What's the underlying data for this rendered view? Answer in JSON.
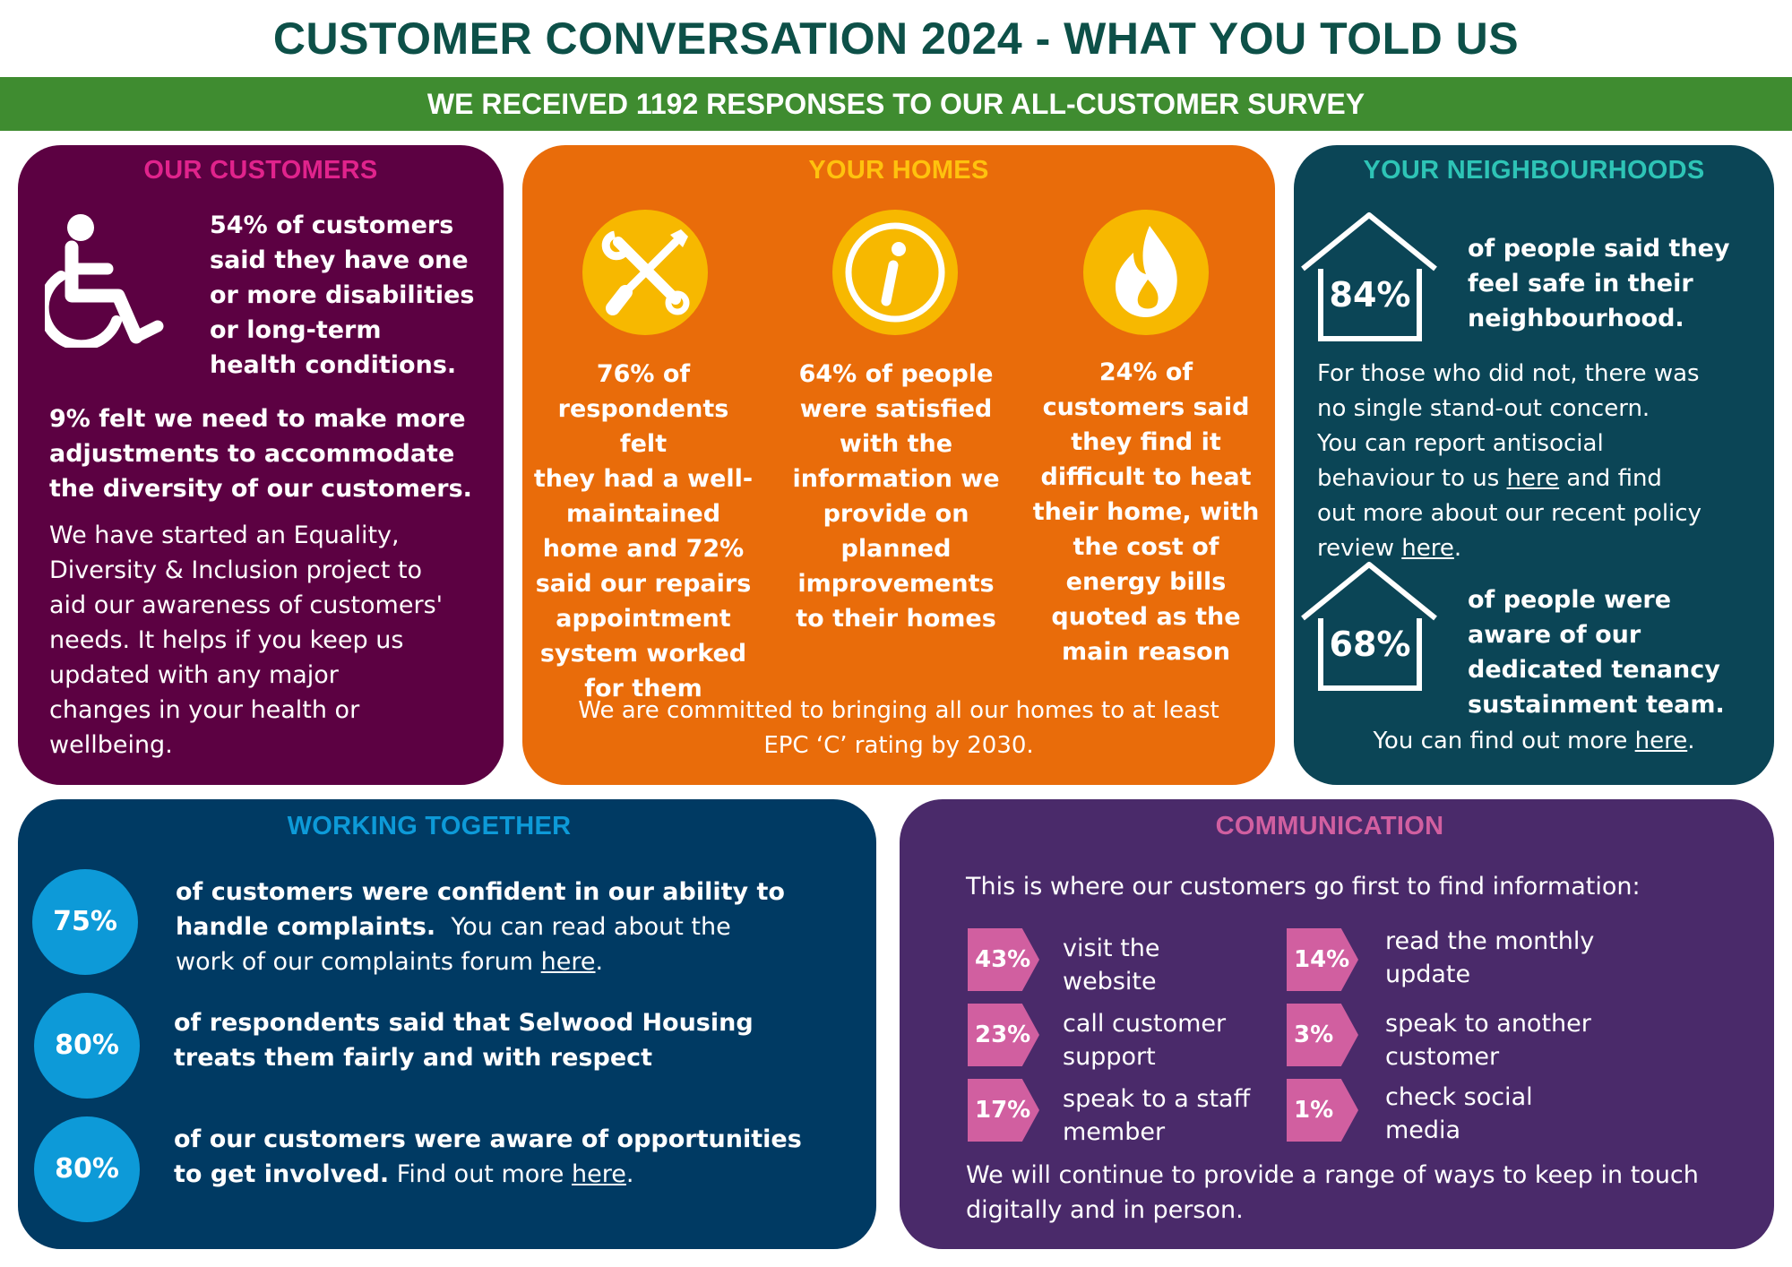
{
  "title": "CUSTOMER CONVERSATION 2024 - WHAT YOU TOLD US",
  "banner": "WE RECEIVED 1192 RESPONSES TO OUR ALL-CUSTOMER SURVEY",
  "colors": {
    "title": "#0d5048",
    "banner": "#3f8c30",
    "customers_bg": "#5c0142",
    "customers_heading": "#e0238c",
    "homes_bg": "#e96c0a",
    "homes_heading": "#ffc20e",
    "neighbourhoods_bg": "#0b4556",
    "neighbourhoods_heading": "#2ec4b6",
    "working_bg": "#003a63",
    "working_heading": "#0d9ad8",
    "communication_bg": "#4a2a6a",
    "communication_heading": "#d15fa0"
  },
  "customers": {
    "heading": "OUR CUSTOMERS",
    "icon": "wheelchair-icon",
    "stat1": [
      "54% of customers",
      "said they have one",
      "or more disabilities",
      "or long-term",
      "health conditions."
    ],
    "stat2": [
      "9% felt we need to make more",
      "adjustments to accommodate",
      "the diversity of our customers."
    ],
    "body": [
      "We have started an Equality,",
      "Diversity & Inclusion project to",
      "aid our awareness of customers'",
      "needs. It helps if you keep us",
      "updated with any major",
      "changes in your health or",
      "wellbeing."
    ]
  },
  "homes": {
    "heading": "YOUR HOMES",
    "icons": [
      "tools-icon",
      "info-icon",
      "flame-icon"
    ],
    "stat1": [
      "76% of",
      "respondents felt",
      "they had a well-",
      "maintained",
      "home and 72%",
      "said our repairs",
      "appointment",
      "system worked",
      "for them"
    ],
    "stat2": [
      "64% of people",
      "were satisfied",
      "with the",
      "information we",
      "provide on",
      "planned",
      "improvements",
      "to their homes"
    ],
    "stat3": [
      "24% of",
      "customers said",
      "they find it",
      "difficult to heat",
      "their home, with",
      "the cost of",
      "energy bills",
      "quoted as the",
      "main reason"
    ],
    "footer": [
      "We are committed to bringing all our homes to at least",
      "EPC ‘C’ rating by 2030."
    ]
  },
  "neighbourhoods": {
    "heading": "YOUR NEIGHBOURHOODS",
    "stat1_value": "84%",
    "stat1_text": [
      "of people said they",
      "feel safe in their",
      "neighbourhood."
    ],
    "body_lines": [
      "For those who did not, there was",
      "no single stand-out concern.",
      "You can report antisocial"
    ],
    "body_line4_pre": "behaviour to us ",
    "link_here": "here",
    "body_line4_post": " and find",
    "body_line5": "out more about our recent policy",
    "body_line6_pre": "review ",
    "period": ".",
    "stat2_value": "68%",
    "stat2_text": [
      "of people were",
      "aware of our",
      "dedicated tenancy",
      "sustainment team."
    ],
    "footer_pre": "You can find out more "
  },
  "working": {
    "heading": "WORKING TOGETHER",
    "item1_value": "75%",
    "item1_bold1": "of customers were confident in our ability to",
    "item1_bold2": "handle complaints.",
    "item1_rest": "  You can read about the",
    "item1_line3": "work of our complaints forum ",
    "item2_value": "80%",
    "item2_text": [
      "of respondents said that Selwood Housing",
      "treats them fairly and with respect"
    ],
    "item3_value": "80%",
    "item3_bold1": "of our customers were aware of opportunities",
    "item3_bold2": "to get involved.",
    "item3_rest": " Find out more ",
    "link_here": "here",
    "period": "."
  },
  "communication": {
    "heading": "COMMUNICATION",
    "intro": "This is where our customers go first to find information:",
    "channels": [
      {
        "value": "43%",
        "label": [
          "visit the",
          "website"
        ]
      },
      {
        "value": "23%",
        "label": [
          "call customer",
          "support"
        ]
      },
      {
        "value": "17%",
        "label": [
          "speak to a staff",
          "member"
        ]
      },
      {
        "value": "14%",
        "label": [
          "read the monthly",
          "update"
        ]
      },
      {
        "value": "3%",
        "label": [
          "speak to another",
          "customer"
        ]
      },
      {
        "value": "1%",
        "label": [
          "check social",
          "media"
        ]
      }
    ],
    "footer": [
      "We will continue to provide a range of ways to keep in touch",
      "digitally and in person."
    ]
  }
}
